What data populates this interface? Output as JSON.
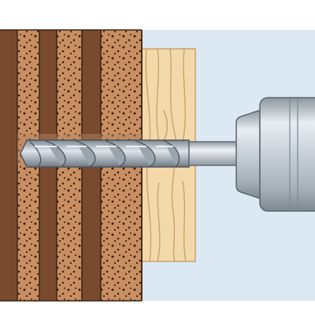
{
  "colors": {
    "background": "#ffffff",
    "sky": "#dce9f4",
    "brick": "#c98f62",
    "brick_dots": "#3a1f10",
    "mortar_gap": "#7a4a2e",
    "outline": "#3a2416",
    "wood": "#f3d9aa",
    "wood_grain": "#c9a36b",
    "steel_light": "#e9eef2",
    "steel_mid": "#b9c3cb",
    "steel_dark": "#7d8891"
  },
  "scene": {
    "layers": [
      "wall-masonry",
      "wood-panel",
      "drill-bit",
      "drill-chuck"
    ],
    "icon": "drilling-into-perforated-brick"
  }
}
